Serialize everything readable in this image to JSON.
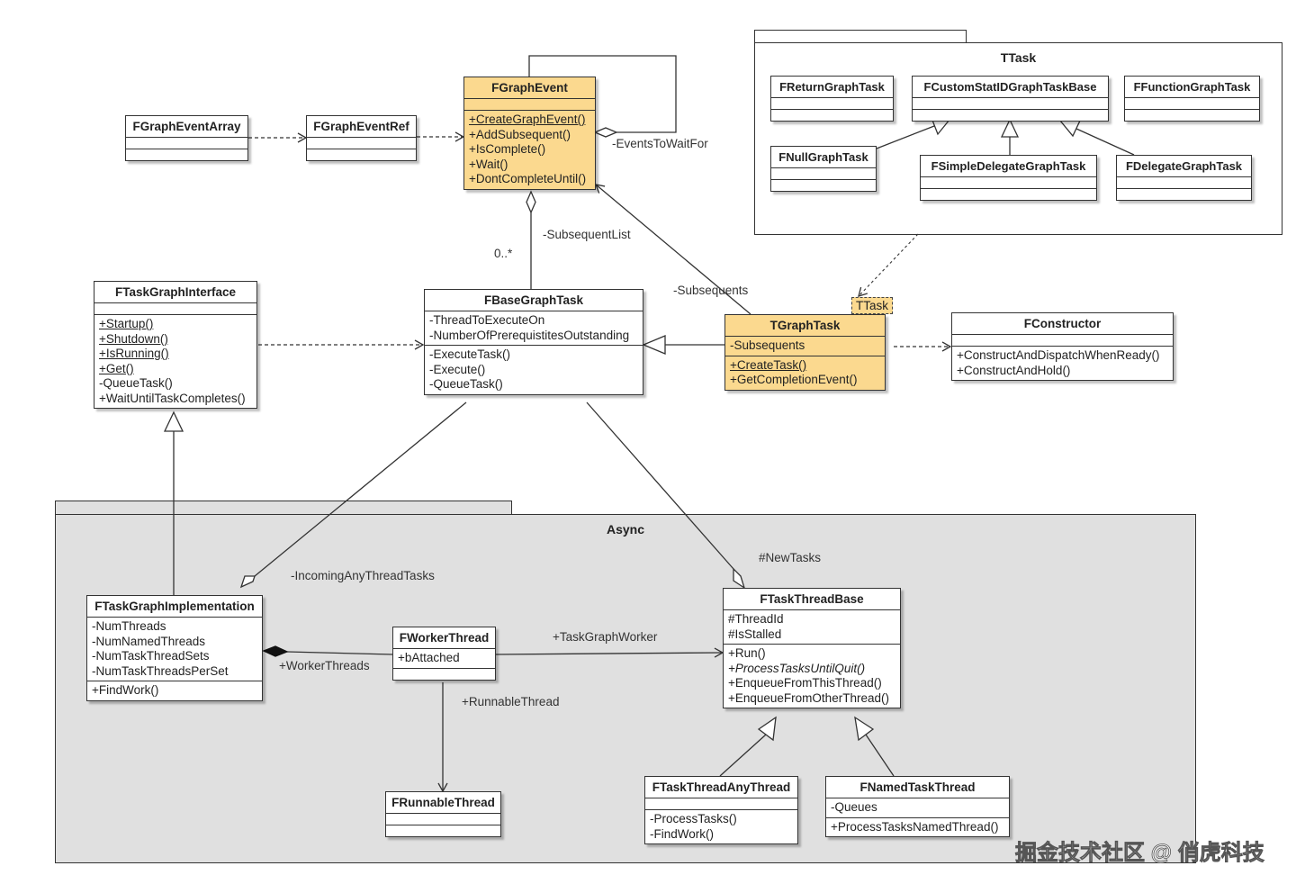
{
  "packages": {
    "ttask": {
      "title": "TTask"
    },
    "async": {
      "title": "Async"
    }
  },
  "classes": {
    "fgraphevent": {
      "name": "FGraphEvent",
      "ops": [
        "+CreateGraphEvent()",
        "+AddSubsequent()",
        "+IsComplete()",
        "+Wait()",
        "+DontCompleteUntil()"
      ]
    },
    "fgrapheventarray": {
      "name": "FGraphEventArray"
    },
    "fgrapheventref": {
      "name": "FGraphEventRef"
    },
    "freturngraphtask": {
      "name": "FReturnGraphTask"
    },
    "fcustomstatidgraphtaskbase": {
      "name": "FCustomStatIDGraphTaskBase"
    },
    "ffunctiongraphtask": {
      "name": "FFunctionGraphTask"
    },
    "fnullgraphtask": {
      "name": "FNullGraphTask"
    },
    "fsimpledelegategraphtask": {
      "name": "FSimpleDelegateGraphTask"
    },
    "fdelegategraphtask": {
      "name": "FDelegateGraphTask"
    },
    "ftaskgraphinterface": {
      "name": "FTaskGraphInterface",
      "ops": [
        "+Startup()",
        "+Shutdown()",
        "+IsRunning()",
        "+Get()",
        "-QueueTask()",
        "+WaitUntilTaskCompletes()"
      ]
    },
    "fbasegraphtask": {
      "name": "FBaseGraphTask",
      "attrs": [
        "-ThreadToExecuteOn",
        "-NumberOfPrerequistitesOutstanding"
      ],
      "ops": [
        "-ExecuteTask()",
        "-Execute()",
        "-QueueTask()"
      ]
    },
    "tgraphtask": {
      "name": "TGraphTask",
      "template": "TTask",
      "attrs": [
        "-Subsequents"
      ],
      "ops": [
        "+CreateTask()",
        "+GetCompletionEvent()"
      ]
    },
    "fconstructor": {
      "name": "FConstructor",
      "ops": [
        "+ConstructAndDispatchWhenReady()",
        "+ConstructAndHold()"
      ]
    },
    "ftaskgraphimplementation": {
      "name": "FTaskGraphImplementation",
      "attrs": [
        "-NumThreads",
        "-NumNamedThreads",
        "-NumTaskThreadSets",
        "-NumTaskThreadsPerSet"
      ],
      "ops": [
        "+FindWork()"
      ]
    },
    "fworkerthread": {
      "name": "FWorkerThread",
      "attrs": [
        "+bAttached"
      ]
    },
    "ftaskthreadbase": {
      "name": "FTaskThreadBase",
      "attrs": [
        "#ThreadId",
        "#IsStalled"
      ],
      "ops": [
        "+Run()",
        "+ProcessTasksUntilQuit()",
        "+EnqueueFromThisThread()",
        "+EnqueueFromOtherThread()"
      ]
    },
    "frunnablethread": {
      "name": "FRunnableThread"
    },
    "ftaskthreadanythread": {
      "name": "FTaskThreadAnyThread",
      "ops": [
        "-ProcessTasks()",
        "-FindWork()"
      ]
    },
    "fnamedtaskthread": {
      "name": "FNamedTaskThread",
      "attrs": [
        "-Queues"
      ],
      "ops": [
        "+ProcessTasksNamedThread()"
      ]
    }
  },
  "relations": {
    "events_to_wait_for": "-EventsToWaitFor",
    "subsequent_list": "-SubsequentList",
    "multiplicity": "0..*",
    "subsequents": "-Subsequents",
    "incoming_any_thread_tasks": "-IncomingAnyThreadTasks",
    "new_tasks": "#NewTasks",
    "worker_threads": "+WorkerThreads",
    "task_graph_worker": "+TaskGraphWorker",
    "runnable_thread": "+RunnableThread"
  },
  "colors": {
    "highlight": "#fbd98f",
    "package_fill": "#e0e0e0",
    "line": "#333333"
  },
  "watermark": "掘金技术社区 @ 俏虎科技"
}
